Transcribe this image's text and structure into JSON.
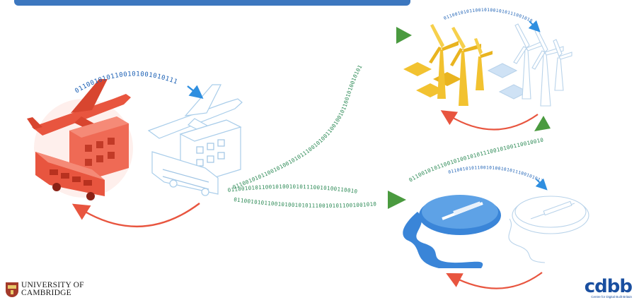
{
  "binary_strings": {
    "top_left_arc": "0110010101100101001010111",
    "center_to_wind": "0110010101100101001010111001010011001001011001010010101",
    "center_to_water_upper": "01100101011001010010101110010100110010",
    "center_to_water_lower": "011001010110010100101011100101011001001010",
    "water_to_wind": "0110010101100101001010111001010011001001011001010010"
  },
  "colors": {
    "active_red": "#e8553f",
    "twin_blue": "#2f8fe0",
    "wind_yellow": "#f2c230",
    "green_arrow": "#4a9a3f",
    "water_blue": "#3a85d8"
  },
  "logos": {
    "cambridge_line1": "UNIVERSITY OF",
    "cambridge_line2": "CAMBRIDGE",
    "cdbb_word": "cdbb",
    "cdbb_subtext": "Centre for Digital Built Britain"
  }
}
